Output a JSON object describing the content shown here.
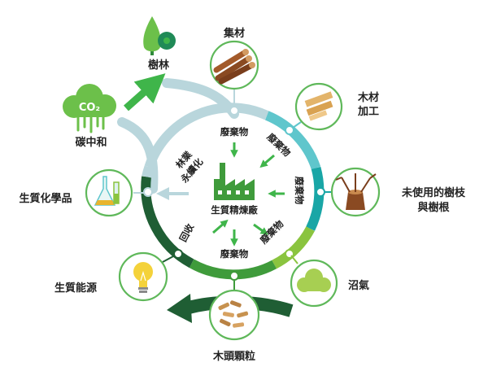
{
  "colors": {
    "ring_light_blue": "#b9d6dc",
    "ring_teal": "#5fc6cc",
    "ring_teal_dark": "#19a6a6",
    "ring_green": "#8ac43f",
    "ring_mid_green": "#3f9b3b",
    "ring_dark_green": "#1f5e34",
    "arrow_green": "#3fb54a",
    "node_border": "#5fb85a"
  },
  "center": {
    "label": "生質精煉廠",
    "icon": "factory-icon"
  },
  "inner_labels": {
    "top": "廢棄物",
    "top_right": "廢棄物",
    "right": "廢棄物",
    "bottom_right": "廢棄物",
    "bottom": "廢棄物",
    "left_line1": "林業",
    "left_line2": "永續化",
    "bottom_left": "回收"
  },
  "nodes": {
    "forest": {
      "label": "樹林",
      "icon": "tree-icon"
    },
    "carbon": {
      "label": "碳中和",
      "badge": "CO₂",
      "icon": "co2-cloud-icon"
    },
    "log": {
      "label": "集材",
      "icon": "log-pile-icon"
    },
    "timber": {
      "label_line1": "木材",
      "label_line2": "加工",
      "icon": "wood-plank-icon"
    },
    "branches": {
      "label_line1": "未使用的樹枝",
      "label_line2": "與樹根",
      "icon": "tree-stump-icon"
    },
    "chemical": {
      "label": "生質化學品",
      "icon": "flask-icon"
    },
    "biogas": {
      "label": "沼氣",
      "icon": "biogas-cloud-icon"
    },
    "energy": {
      "label": "生質能源",
      "icon": "light-bulb-icon"
    },
    "pellet": {
      "label": "木頭顆粒",
      "icon": "wood-pellet-icon"
    }
  }
}
